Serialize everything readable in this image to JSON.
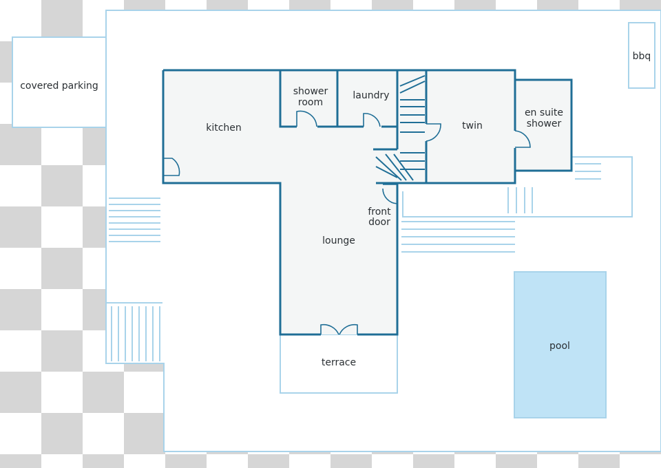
{
  "colors": {
    "wall": "#1f6e96",
    "outline": "#a8d3ea",
    "floor": "#f4f6f6",
    "pool": "#bfe3f6",
    "checker_light": "#ffffff",
    "checker_dark": "#d6d6d6",
    "text": "#2a2f33"
  },
  "labels": {
    "covered_parking": "covered parking",
    "kitchen": "kitchen",
    "shower_room_1": "shower",
    "shower_room_2": "room",
    "laundry": "laundry",
    "twin": "twin",
    "en_suite_1": "en suite",
    "en_suite_2": "shower",
    "bbq": "bbq",
    "front_door_1": "front",
    "front_door_2": "door",
    "lounge": "lounge",
    "terrace": "terrace",
    "pool": "pool"
  }
}
